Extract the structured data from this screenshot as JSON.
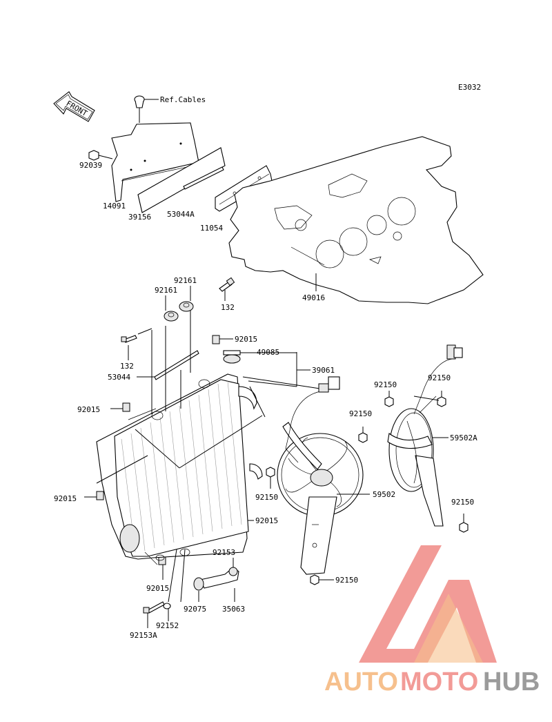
{
  "diagram": {
    "code": "E3032",
    "front_label": "FRONT",
    "ref_cables": "Ref.Cables",
    "labels": {
      "p92039": "92039",
      "p14091": "14091",
      "p39156": "39156",
      "p53044A": "53044A",
      "p11054": "11054",
      "p49016": "49016",
      "p92161a": "92161",
      "p92161b": "92161",
      "p132a": "132",
      "p132b": "132",
      "p53044": "53044",
      "p92015a": "92015",
      "p92015b": "92015",
      "p92015c": "92015",
      "p92015d": "92015",
      "p92015e": "92015",
      "p49085": "49085",
      "p39061": "39061",
      "p92150a": "92150",
      "p92150b": "92150",
      "p92150c": "92150",
      "p92150d": "92150",
      "p92150e": "92150",
      "p92150f": "92150",
      "p59502A": "59502A",
      "p59502": "59502",
      "p92153": "92153",
      "p92075": "92075",
      "p35063": "35063",
      "p92152": "92152",
      "p92153A": "92153A"
    }
  },
  "watermark": {
    "text_auto": "AUTO",
    "text_moto": "MOTO",
    "text_hub": "HUB",
    "color_light": "#f5b67a",
    "color_red": "#f08a86",
    "color_grey": "#8a8a8a"
  }
}
